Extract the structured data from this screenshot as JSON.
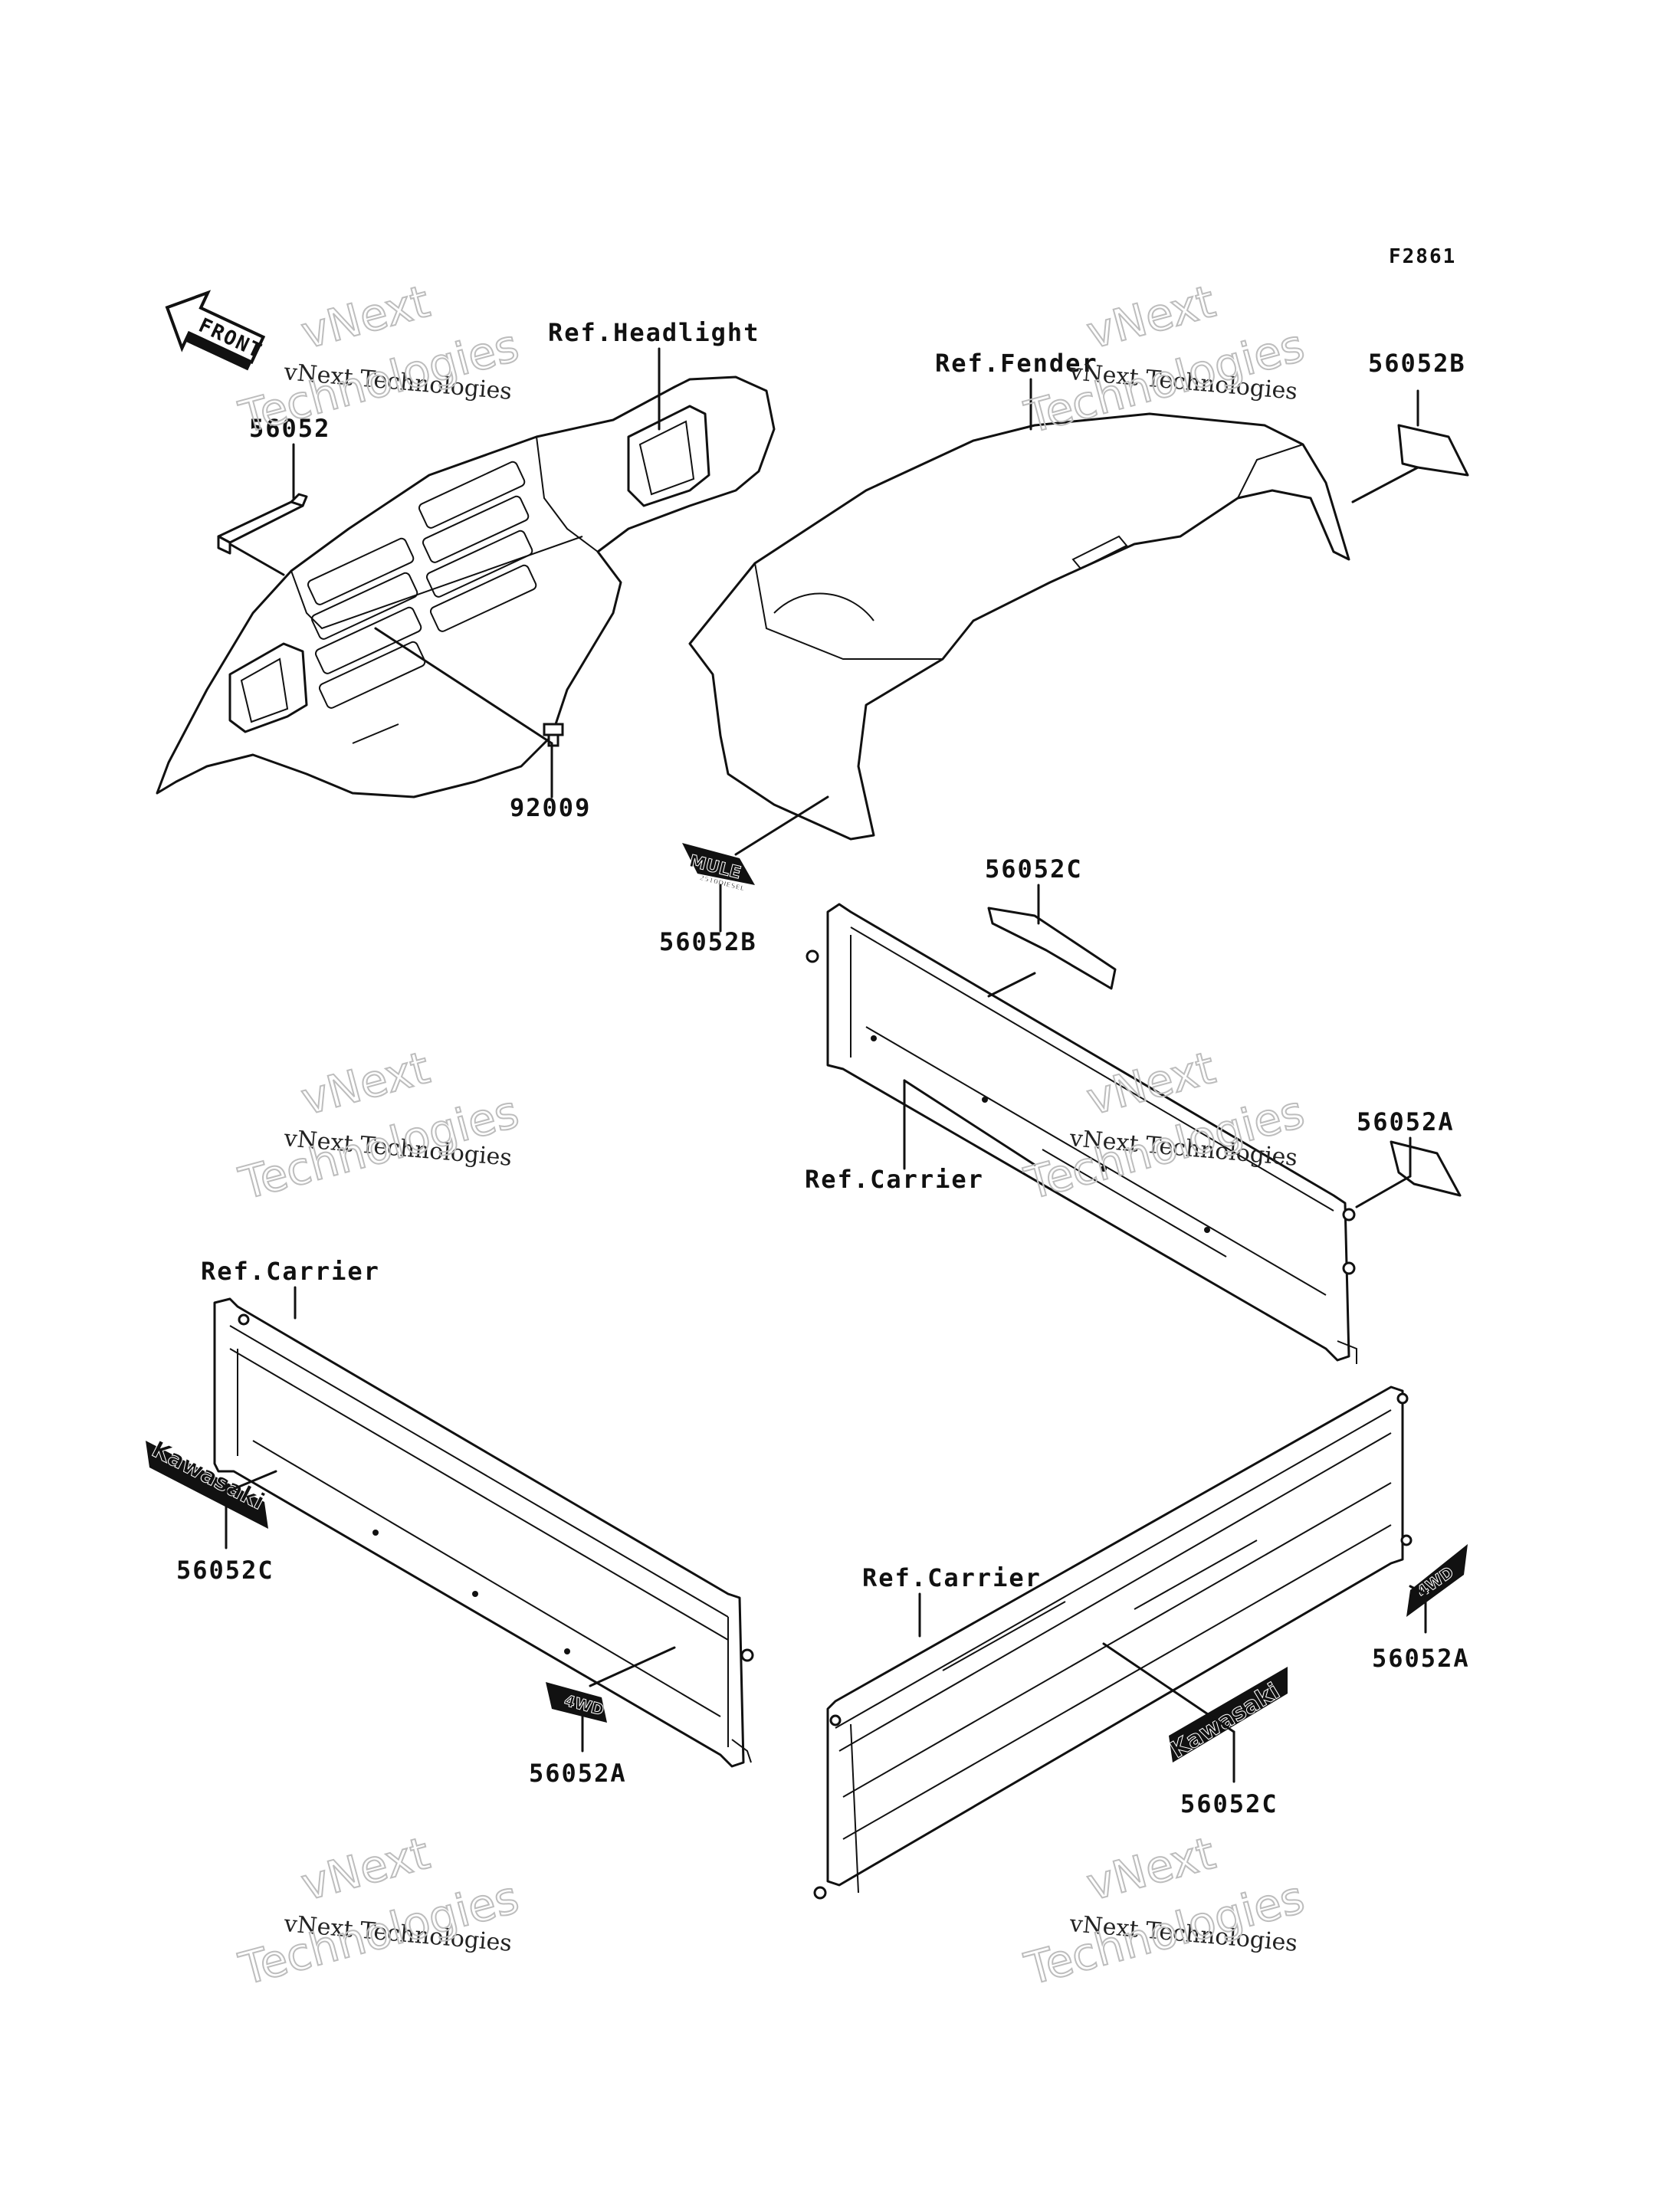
{
  "figure_code": "F2861",
  "front_arrow": {
    "label": "FRONT"
  },
  "labels": {
    "ref_headlight": "Ref.Headlight",
    "ref_fender": "Ref.Fender",
    "ref_carrier_1": "Ref.Carrier",
    "ref_carrier_2": "Ref.Carrier",
    "ref_carrier_3": "Ref.Carrier",
    "p56052": "56052",
    "p92009": "92009",
    "p56052B_top": "56052B",
    "p56052B_mule": "56052B",
    "p56052C_top": "56052C",
    "p56052A_right": "56052A",
    "p56052C_left": "56052C",
    "p56052A_bottom": "56052A",
    "p56052A_lowright": "56052A",
    "p56052C_lowright": "56052C"
  },
  "decals": {
    "kawasaki_1": "Kawasaki",
    "kawasaki_2": "Kawasaki",
    "mule_top": "MULE",
    "mule_bottom": "2510DIESEL",
    "fwd_1": "4WD",
    "fwd_2": "4WD"
  },
  "watermark": {
    "line1": "vNext",
    "line2": "vNext Technologies",
    "line3": "Technologies"
  }
}
